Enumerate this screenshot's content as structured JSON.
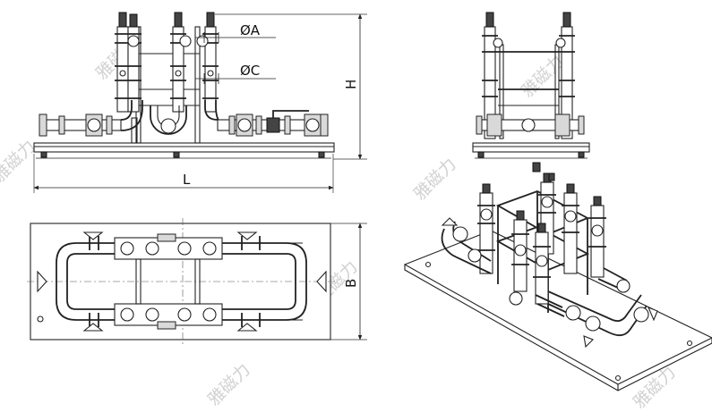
{
  "labels": {
    "dia_a": "ØA",
    "dia_c": "ØC",
    "height": "H",
    "length": "L",
    "width": "B"
  },
  "watermark": "雅磁力",
  "colors": {
    "line": "#222222",
    "watermark": "#d2d2d2",
    "background": "#ffffff"
  }
}
